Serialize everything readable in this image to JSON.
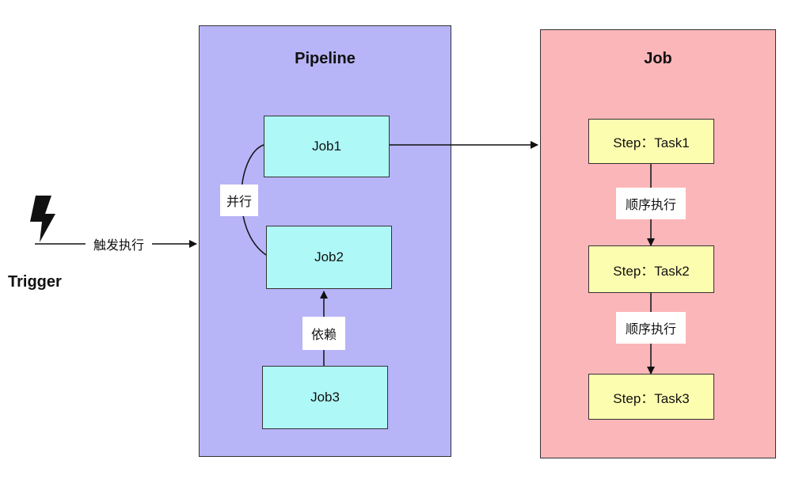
{
  "trigger": {
    "label": "Trigger",
    "edge_label": "触发执行"
  },
  "pipeline": {
    "title": "Pipeline",
    "jobs": [
      "Job1",
      "Job2",
      "Job3"
    ],
    "parallel_label": "并行",
    "dependency_label": "依赖"
  },
  "job": {
    "title": "Job",
    "steps": [
      "Step：Task1",
      "Step：Task2",
      "Step：Task3"
    ],
    "sequence_labels": [
      "顺序执行",
      "顺序执行"
    ]
  },
  "colors": {
    "pipeline_bg": "#b8b4f8",
    "job_bg": "#fbb6b9",
    "job_box_bg": "#aef8f7",
    "step_box_bg": "#fdfdb0"
  }
}
